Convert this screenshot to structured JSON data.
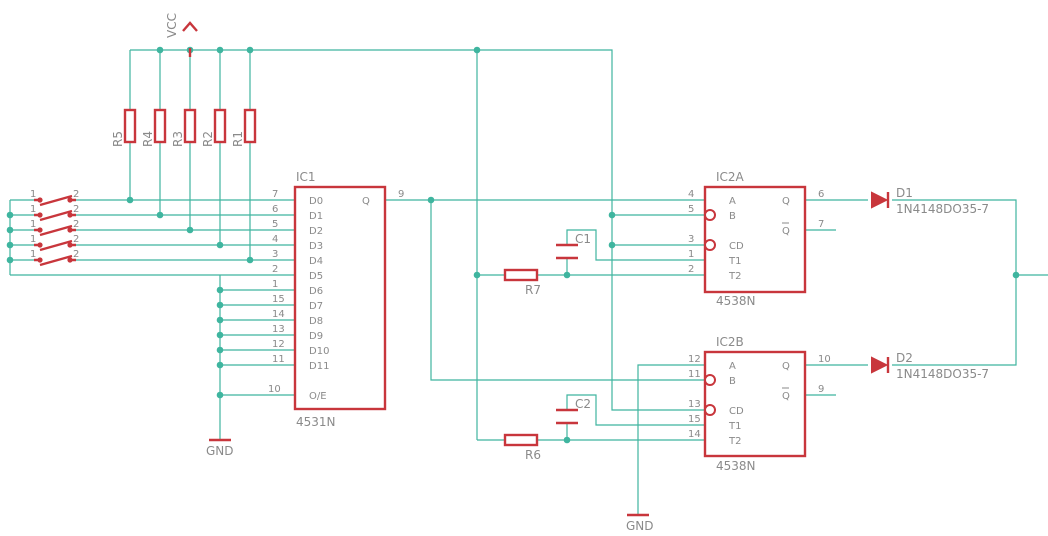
{
  "vcc": {
    "label": "VCC"
  },
  "gnd": [
    {
      "label": "GND"
    },
    {
      "label": "GND"
    }
  ],
  "resistors": [
    "R5",
    "R4",
    "R3",
    "R2",
    "R1",
    "R7",
    "R6"
  ],
  "capacitors": [
    "C1",
    "C2"
  ],
  "dip_switch_pins": [
    {
      "a": "1",
      "b": "2"
    },
    {
      "a": "1",
      "b": "2"
    },
    {
      "a": "1",
      "b": "2"
    },
    {
      "a": "1",
      "b": "2"
    },
    {
      "a": "1",
      "b": "2"
    }
  ],
  "ic1": {
    "name": "IC1",
    "value": "4531N",
    "inputs": [
      {
        "sig": "D0",
        "pin": "7"
      },
      {
        "sig": "D1",
        "pin": "6"
      },
      {
        "sig": "D2",
        "pin": "5"
      },
      {
        "sig": "D3",
        "pin": "4"
      },
      {
        "sig": "D4",
        "pin": "3"
      },
      {
        "sig": "D5",
        "pin": "2"
      },
      {
        "sig": "D6",
        "pin": "1"
      },
      {
        "sig": "D7",
        "pin": "15"
      },
      {
        "sig": "D8",
        "pin": "14"
      },
      {
        "sig": "D9",
        "pin": "13"
      },
      {
        "sig": "D10",
        "pin": "12"
      },
      {
        "sig": "D11",
        "pin": "11"
      }
    ],
    "oe": {
      "sig": "O/E",
      "pin": "10"
    },
    "out": {
      "sig": "Q",
      "pin": "9"
    }
  },
  "ic2a": {
    "name": "IC2A",
    "value": "4538N",
    "left": [
      {
        "sig": "A",
        "pin": "4"
      },
      {
        "sig": "B",
        "pin": "5"
      },
      {
        "sig": "CD",
        "pin": "3"
      },
      {
        "sig": "T1",
        "pin": "1"
      },
      {
        "sig": "T2",
        "pin": "2"
      }
    ],
    "right": [
      {
        "sig": "Q",
        "pin": "6"
      },
      {
        "sig": "Q",
        "pin": "7"
      }
    ]
  },
  "ic2b": {
    "name": "IC2B",
    "value": "4538N",
    "left": [
      {
        "sig": "A",
        "pin": "12"
      },
      {
        "sig": "B",
        "pin": "11"
      },
      {
        "sig": "CD",
        "pin": "13"
      },
      {
        "sig": "T1",
        "pin": "15"
      },
      {
        "sig": "T2",
        "pin": "14"
      }
    ],
    "right": [
      {
        "sig": "Q",
        "pin": "10"
      },
      {
        "sig": "Q",
        "pin": "9"
      }
    ]
  },
  "diodes": [
    {
      "name": "D1",
      "value": "1N4148DO35-7"
    },
    {
      "name": "D2",
      "value": "1N4148DO35-7"
    }
  ],
  "colors": {
    "wire": "#3fb59f",
    "part": "#c8363c",
    "label": "#8a8a8a"
  }
}
